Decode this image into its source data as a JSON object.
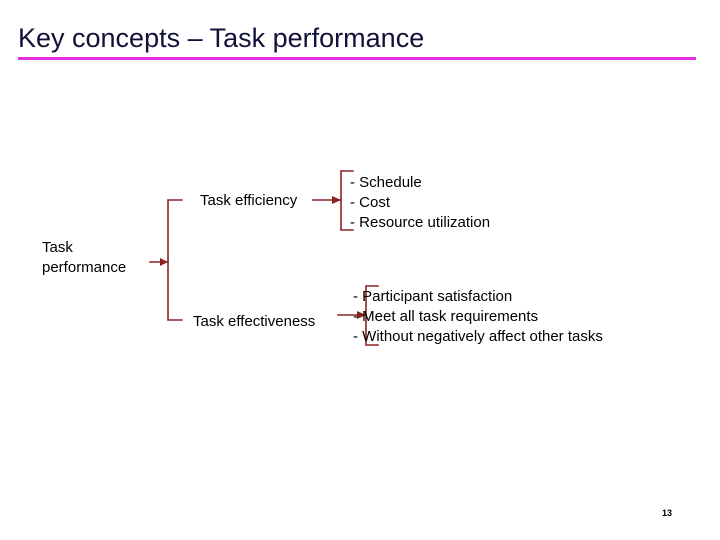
{
  "slide": {
    "title": "Key concepts – Task performance",
    "accent_color": "#e22ee2",
    "title_color": "#11113a",
    "connector_color": "#8b2222",
    "background_color": "#ffffff",
    "page_number": "13"
  },
  "diagram": {
    "root": {
      "label": "Task performance"
    },
    "branches": [
      {
        "label": "Task efficiency",
        "items": [
          "- Schedule",
          "- Cost",
          "- Resource utilization"
        ]
      },
      {
        "label": "Task effectiveness",
        "items": [
          "- Participant satisfaction",
          "- Meet all task requirements",
          "- Without negatively affect other tasks"
        ]
      }
    ]
  }
}
